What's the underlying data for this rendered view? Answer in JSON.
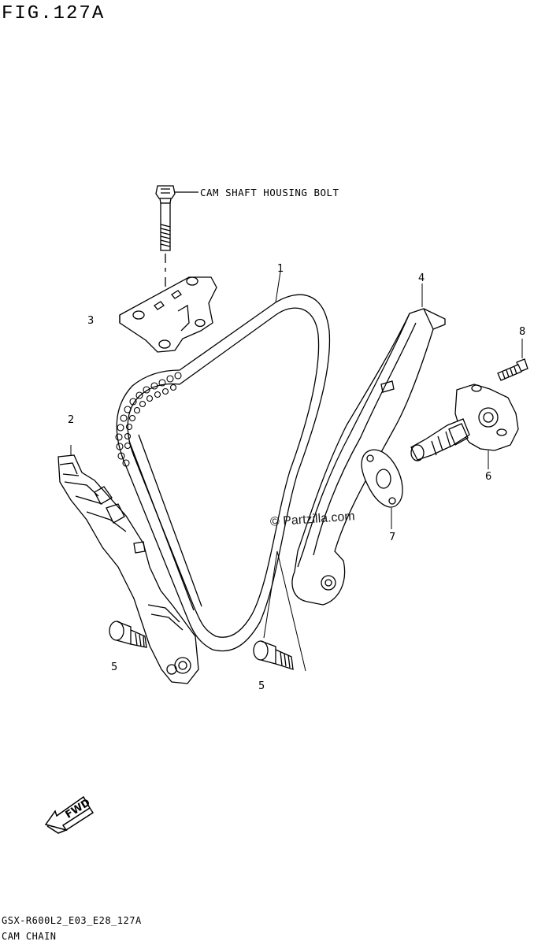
{
  "figure": {
    "title": "FIG.127A",
    "part_code": "GSX-R600L2_E03_E28_127A",
    "caption": "CAM CHAIN"
  },
  "annotations": {
    "bolt_label": "CAM SHAFT HOUSING BOLT",
    "watermark": "© Partzilla.com",
    "fwd": "FWD"
  },
  "callouts": [
    "1",
    "2",
    "3",
    "4",
    "5",
    "5",
    "6",
    "7",
    "8"
  ]
}
